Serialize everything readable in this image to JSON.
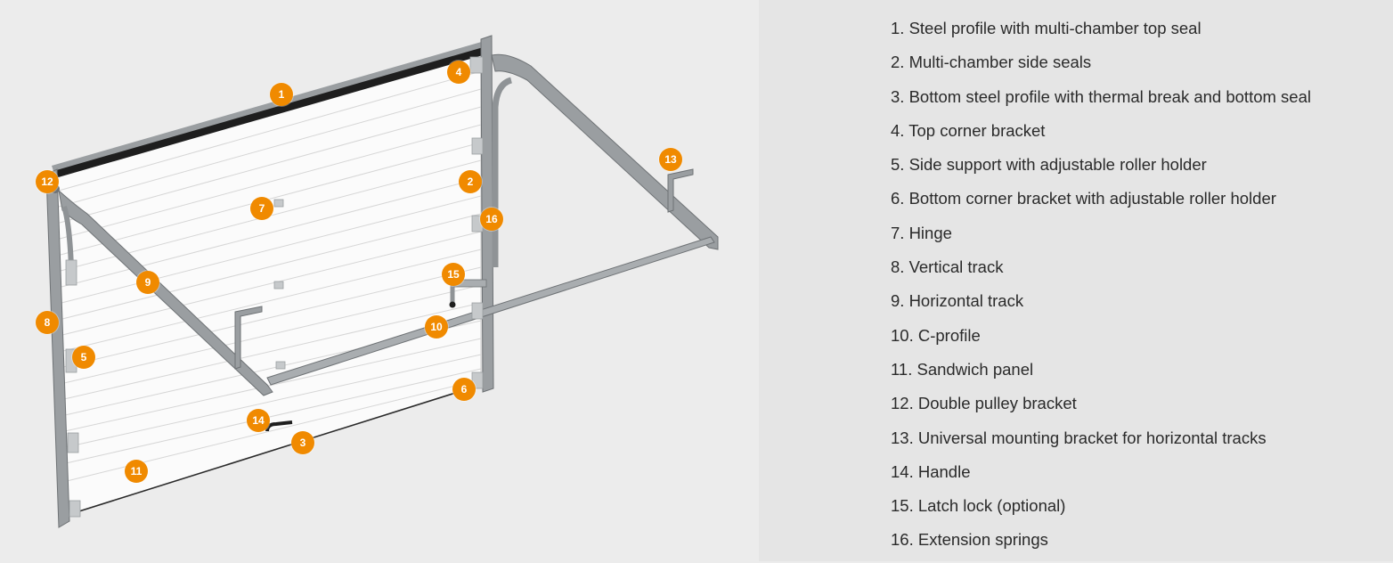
{
  "legend": {
    "items": [
      "1. Steel profile with multi-chamber top seal",
      "2. Multi-chamber side seals",
      "3. Bottom steel profile with thermal break and bottom seal",
      "4. Top corner bracket",
      "5. Side support with adjustable roller holder",
      "6. Bottom corner bracket with adjustable roller holder",
      "7. Hinge",
      "8. Vertical track",
      "9. Horizontal track",
      "10. C-profile",
      "11. Sandwich panel",
      "12. Double pulley bracket",
      "13. Universal mounting bracket for horizontal tracks",
      "14. Handle",
      "15. Latch lock (optional)",
      "16. Extension springs"
    ]
  },
  "callouts": {
    "c1": "1",
    "c2": "2",
    "c3": "3",
    "c4": "4",
    "c5": "5",
    "c6": "6",
    "c7": "7",
    "c8": "8",
    "c9": "9",
    "c10": "10",
    "c11": "11",
    "c12": "12",
    "c13": "13",
    "c14": "14",
    "c15": "15",
    "c16": "16"
  },
  "colors": {
    "accent": "#f08a00",
    "track": "#8f9396",
    "panel": "#fbfbfb",
    "background_left": "#ececec",
    "background_right": "#e5e5e5"
  }
}
